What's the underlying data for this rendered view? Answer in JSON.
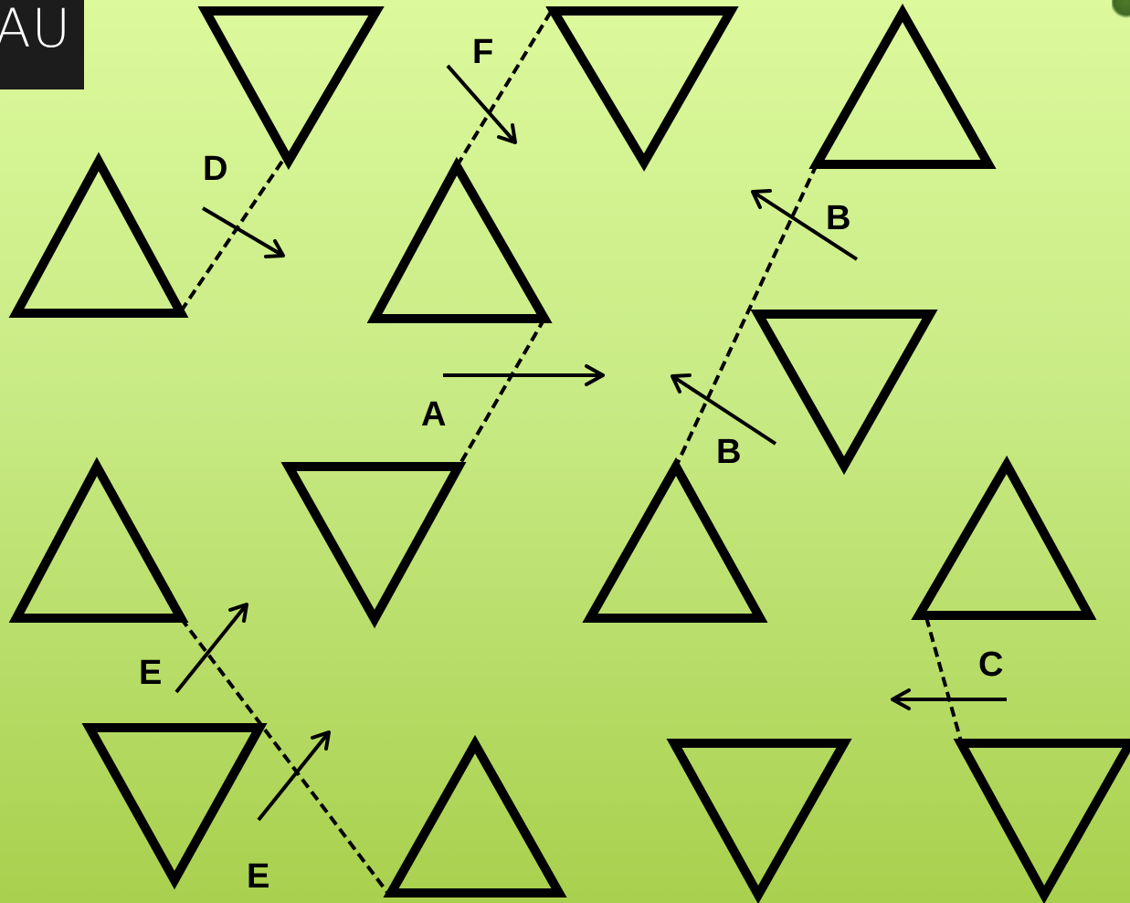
{
  "logo": {
    "text": "AU"
  },
  "labels": {
    "A": "A",
    "B1": "B",
    "B2": "B",
    "C": "C",
    "D": "D",
    "E1": "E",
    "E2": "E",
    "F": "F"
  },
  "colors": {
    "background_top": "#dcf99c",
    "background_bottom": "#a9d04e",
    "stroke": "#000000"
  }
}
